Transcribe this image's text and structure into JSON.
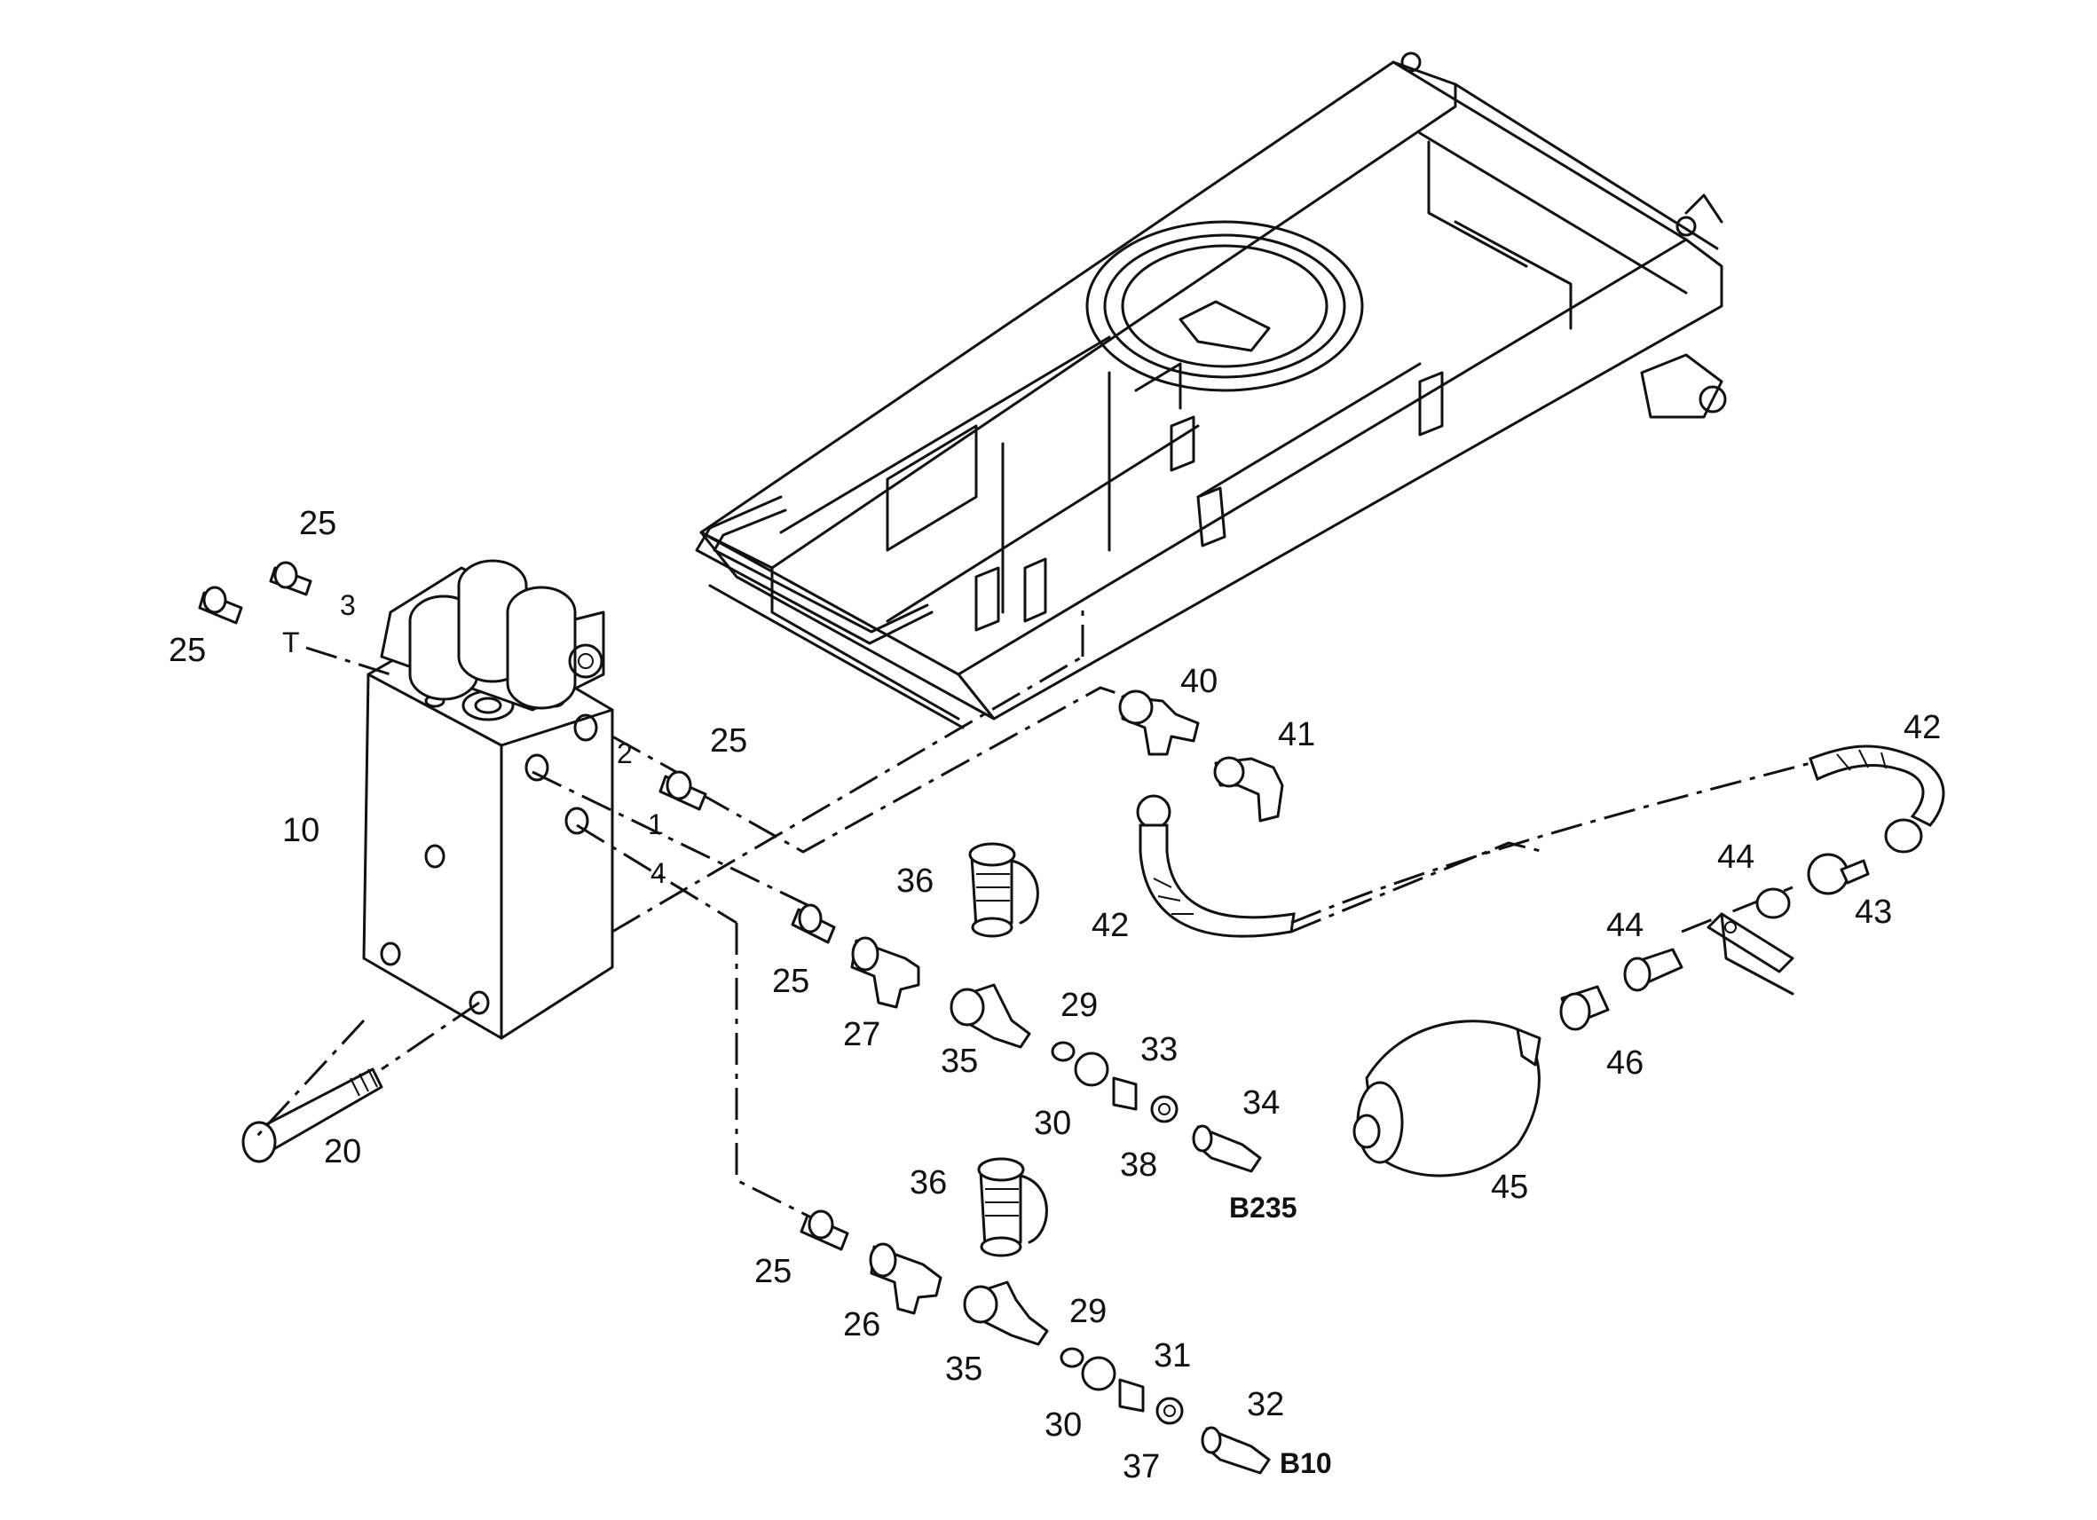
{
  "diagram": {
    "callouts": {
      "c10": "10",
      "c20": "20",
      "c25_top": "25",
      "c25_topleft": "25",
      "c25_mid": "25",
      "c25_a": "25",
      "c25_b": "25",
      "c26": "26",
      "c27": "27",
      "c29_a": "29",
      "c29_b": "29",
      "c30_a": "30",
      "c30_b": "30",
      "c31": "31",
      "c32": "32",
      "c33": "33",
      "c34": "34",
      "c35_a": "35",
      "c35_b": "35",
      "c36_a": "36",
      "c36_b": "36",
      "c37": "37",
      "c38": "38",
      "c40": "40",
      "c41": "41",
      "c42_a": "42",
      "c42_b": "42",
      "c43": "43",
      "c44_a": "44",
      "c44_b": "44",
      "c45": "45",
      "c46": "46"
    },
    "ports": {
      "p1": "1",
      "p2": "2",
      "p3": "3",
      "p4": "4",
      "pT": "T"
    },
    "sensor_labels": {
      "b235": "B235",
      "b10": "B10"
    }
  }
}
